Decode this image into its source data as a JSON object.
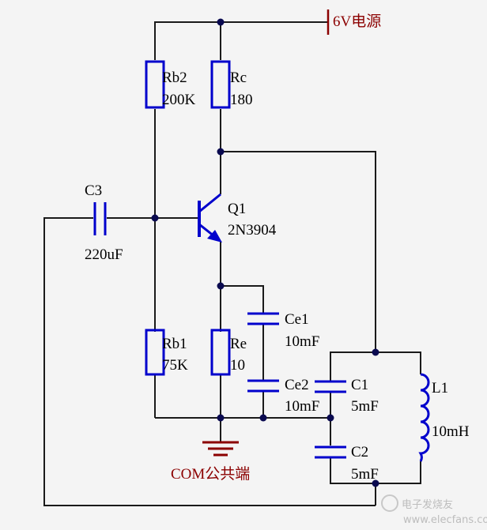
{
  "colors": {
    "wire": "#1a1a1a",
    "component": "#0000cc",
    "power_label": "#8b0000",
    "background": "#f4f4f4",
    "watermark": "#bdbdbd"
  },
  "power": {
    "label": "6V电源"
  },
  "ground": {
    "label": "COM公共端"
  },
  "components": {
    "rb2": {
      "name": "Rb2",
      "value": "200K"
    },
    "rc": {
      "name": "Rc",
      "value": "180"
    },
    "q1": {
      "name": "Q1",
      "value": "2N3904"
    },
    "c3": {
      "name": "C3",
      "value": "220uF"
    },
    "ce1": {
      "name": "Ce1",
      "value": "10mF"
    },
    "rb1": {
      "name": "Rb1",
      "value": "75K"
    },
    "re": {
      "name": "Re",
      "value": "10"
    },
    "ce2": {
      "name": "Ce2",
      "value": "10mF"
    },
    "c1": {
      "name": "C1",
      "value": "5mF"
    },
    "c2": {
      "name": "C2",
      "value": "5mF"
    },
    "l1": {
      "name": "L1",
      "value": "10mH"
    }
  },
  "watermark": {
    "main": "电子发烧友",
    "sub": "www.elecfans.com"
  }
}
